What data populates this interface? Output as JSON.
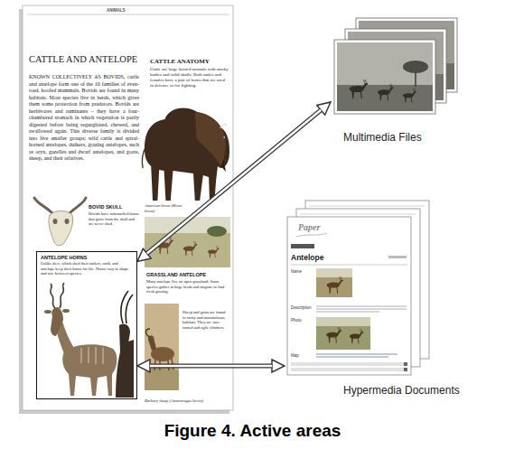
{
  "diagram": {
    "caption": "Figure 4. Active areas",
    "nodes": [
      {
        "text": [
          "CATTLE AND ANTELOPE",
          "KNOWN COLLECTIVELY AS BOVIDS, cattle and antelope form one of the 10 families of even-toed, hoofed mammals. Bovids are found in many habitats. Most species live in herds, which gives them some protection from predators. Bovids are herbivores and ruminants – they have a four-chambered stomach in which vegetation is partly digested before being regurgitated, chewed, and swallowed again. This diverse family is divided into five smaller groups: wild cattle and spiral-horned antelopes, duikers, grazing antelopes, such as oryx, gazelles and dwarf antelopes, and goats, sheep, and their relatives."
        ]
      },
      {
        "text": [
          "ANTELOPE HORNS",
          "Unlike deer, which shed their antlers, cattle and antelope keep their horns for life. Horns vary in shape and size between species."
        ],
        "in": 0
      },
      {
        "text": [
          "Multimedia Files"
        ]
      },
      {
        "text": [
          "Hypermedia Documents"
        ]
      }
    ],
    "edges": [
      {
        "from": 1,
        "to": 2,
        "arrow": "both"
      },
      {
        "from": 1,
        "to": 3,
        "arrow": "both"
      }
    ],
    "labels": [
      "ANIMALS",
      "CATTLE ANATOMY",
      "Cattle are large hoofed animals with stocky bodies and solid skulls. Both males and females have a pair of horns that are used in defence or for fighting.",
      "American bison (Bison bison)",
      "BOVID SKULL",
      "Bovids have unbranched horns that grow from the skull and are never shed.",
      "GRASSLAND ANTELOPE",
      "Many antelope live on open grassland. Some species gather in huge herds and migrate to find fresh grazing.",
      "Sheep and goats are found in rocky and mountainous habitats. They are sure-footed and agile climbers.",
      "Barbary sheep (Ammotragus lervia)",
      "Paper",
      "Antelope",
      "Name",
      "Description",
      "Photo",
      "Map"
    ]
  }
}
